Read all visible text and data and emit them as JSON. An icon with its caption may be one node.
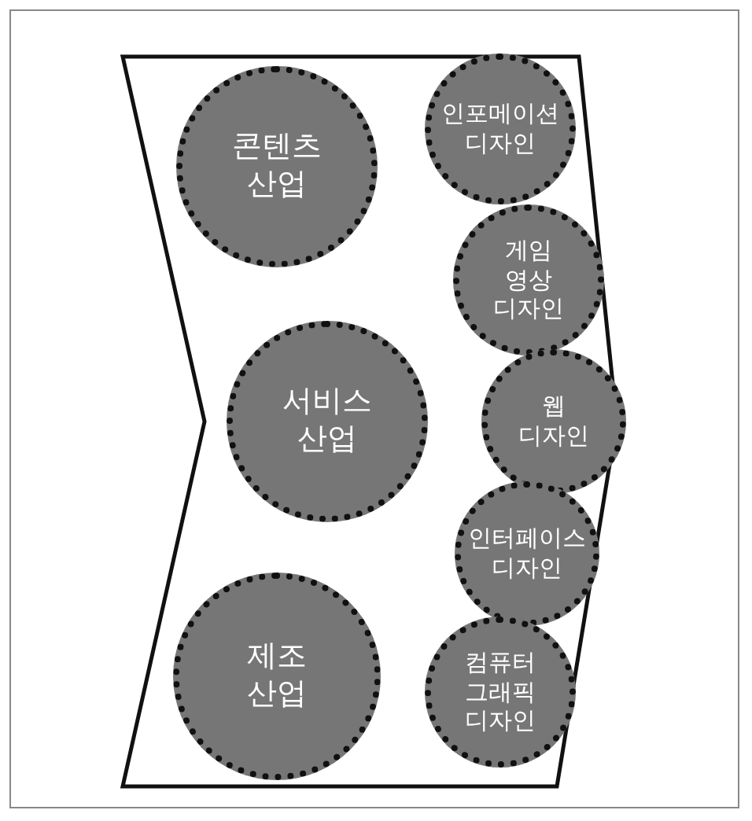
{
  "diagram": {
    "nodes": [
      {
        "text": [],
        "shape": "chevron"
      },
      {
        "text": [
          "콘텐츠 산업"
        ],
        "in": 0
      },
      {
        "text": [
          "서비스 산업"
        ],
        "in": 0
      },
      {
        "text": [
          "제조 산업"
        ],
        "in": 0
      },
      {
        "text": [
          "인포메이션 디자인"
        ],
        "in": 0
      },
      {
        "text": [
          "게임 영상 디자인"
        ],
        "in": 0
      },
      {
        "text": [
          "웹 디자인"
        ],
        "in": 0
      },
      {
        "text": [
          "인터페이스 디자인"
        ],
        "in": 0
      },
      {
        "text": [
          "컴퓨터 그래픽 디자인"
        ],
        "in": 0
      }
    ],
    "edges": []
  }
}
